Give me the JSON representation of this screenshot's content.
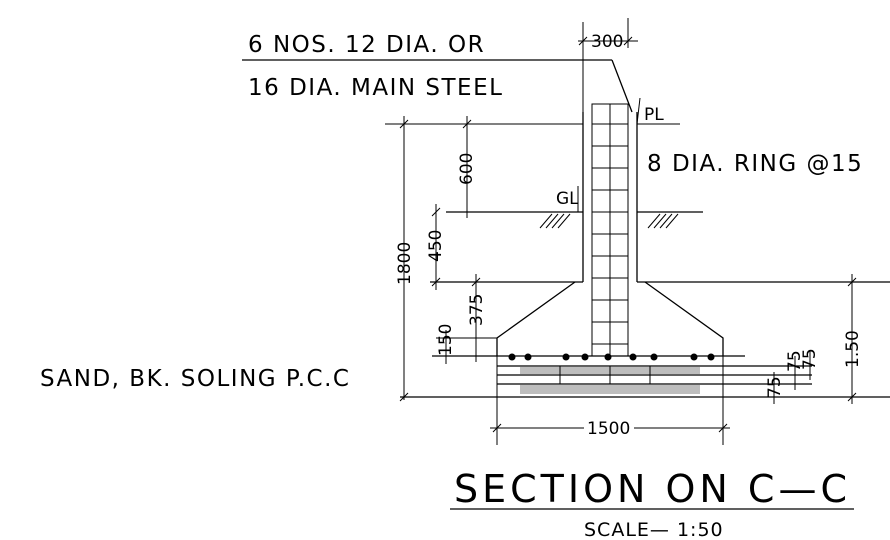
{
  "notes": {
    "main_steel_line1": "6 NOS. 12 DIA. OR",
    "main_steel_line2": "16 DIA. MAIN STEEL",
    "ring": "8 DIA. RING @15",
    "soling": "SAND, BK. SOLING P.C.C",
    "pl": "PL",
    "gl": "GL"
  },
  "dimensions": {
    "column_width": "300",
    "d600": "600",
    "d450": "450",
    "d1800": "1800",
    "d375": "375",
    "d150": "150",
    "d75_right_a": "75",
    "d75_right_b": "75",
    "d75_bottom": "75",
    "d150_right": "1.50",
    "footing_width": "1500"
  },
  "title": {
    "heading": "SECTION  ON  C—C",
    "scale": "SCALE—  1:50"
  }
}
